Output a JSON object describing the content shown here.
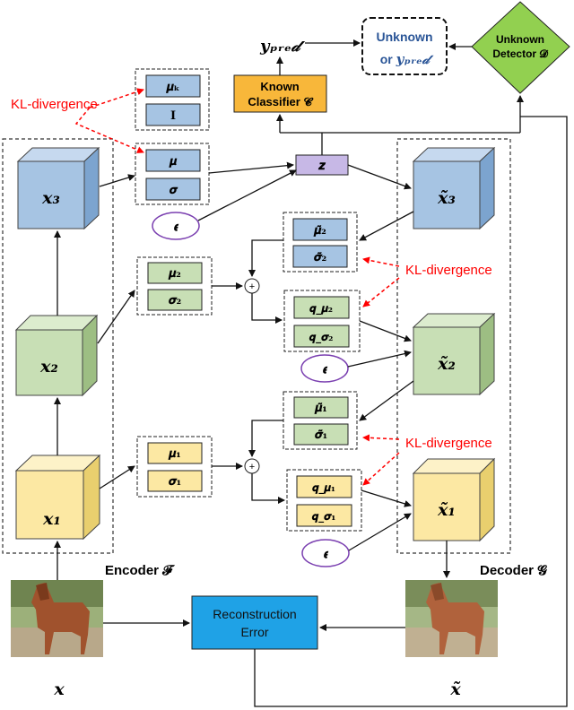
{
  "encoder_label": "Encoder 𝓕",
  "decoder_label": "Decoder 𝓖",
  "encoder": {
    "x1": "𝒙₁",
    "x2": "𝒙₂",
    "x3": "𝒙₃"
  },
  "decoder": {
    "x1": "𝒙̃₁",
    "x2": "𝒙̃₂",
    "x3": "𝒙̃₃"
  },
  "prior_box": {
    "mu_k": "𝝁ₖ",
    "I": "𝐈"
  },
  "top_latent": {
    "mu": "𝝁",
    "sigma": "𝝈"
  },
  "enc_latent2": {
    "mu": "𝝁₂",
    "sigma": "𝝈₂"
  },
  "enc_latent1": {
    "mu": "𝝁₁",
    "sigma": "𝝈₁"
  },
  "dec_latent2": {
    "mu": "𝝁̃₂",
    "sigma": "𝝈̃₂"
  },
  "dec_latent1": {
    "mu": "𝝁̃₁",
    "sigma": "𝝈̃₁"
  },
  "q_latent2": {
    "mu": "𝒒_𝝁₂",
    "sigma": "𝒒_𝝈₂"
  },
  "q_latent1": {
    "mu": "𝒒_𝝁₁",
    "sigma": "𝒒_𝝈₁"
  },
  "z_label": "𝒛",
  "epsilon": "𝝐",
  "plus": "+",
  "kl_label": "KL-divergence",
  "classifier": {
    "line1": "Known",
    "line2": "Classifier 𝓒"
  },
  "detector": {
    "line1": "Unknown",
    "line2": "Detector 𝓓"
  },
  "y_pred": "𝒚ₚᵣₑ𝒹",
  "output_box": {
    "line1": "Unknown",
    "line2_or": "or",
    "line2_y": "𝒚ₚᵣₑ𝒹"
  },
  "recon": {
    "line1": "Reconstruction",
    "line2": "Error"
  },
  "input_label": "𝒙",
  "output_label": "𝒙̃",
  "colors": {
    "yellow": "#fce8a3",
    "green": "#c8dfb5",
    "blue": "#a6c4e3",
    "purple": "#c7b8e6",
    "orange": "#f8b73a",
    "diamond": "#92d050",
    "recon": "#1fa2e6",
    "kl": "#ff0000",
    "navy": "#2a5597"
  }
}
